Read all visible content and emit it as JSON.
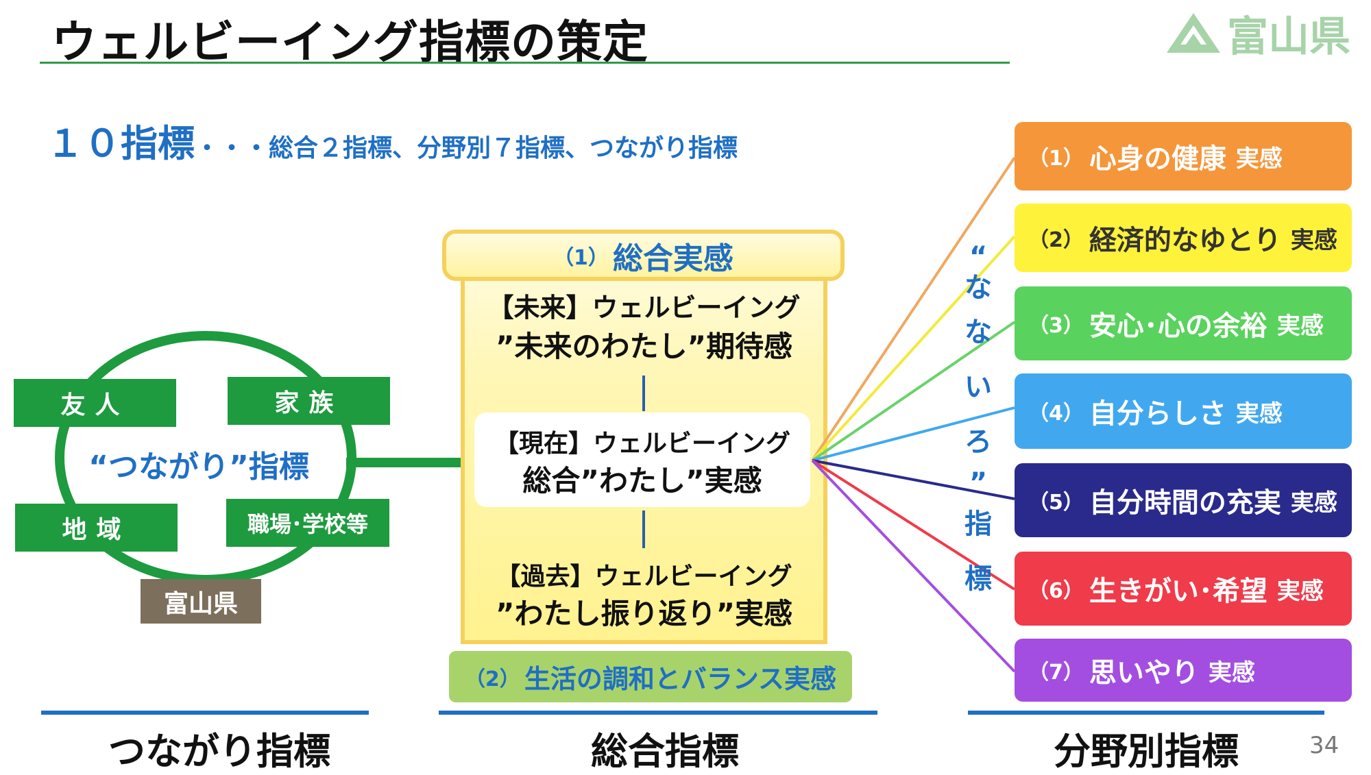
{
  "title": "ウェルビーイング指標の策定",
  "logo": {
    "text": "富山県",
    "icon": "mountain-logo-icon"
  },
  "subtitle": {
    "lead": "１０指標",
    "rest": "・・・総合２指標、分野別７指標、つながり指標"
  },
  "connections": {
    "label": "“つながり”指標",
    "friends": "友人",
    "family": "家族",
    "region": "地域",
    "workplace": "職場･学校等",
    "prefecture": "富山県"
  },
  "overall": {
    "top_num": "（1）",
    "top_label": "総合実感",
    "future_head": "【未来】ウェルビーイング",
    "future_main": "”未来のわたし”期待感",
    "present_head": "【現在】ウェルビーイング",
    "present_main": "総合”わたし”実感",
    "past_head": "【過去】ウェルビーイング",
    "past_main": "”わたし振り返り”実感",
    "balance_num": "（2）",
    "balance_label": "生活の調和とバランス実感"
  },
  "nanairo": [
    "“",
    "な",
    "な",
    "い",
    "ろ",
    "”",
    "指",
    "標"
  ],
  "fields": [
    {
      "num": "（1）",
      "label": "心身の健康",
      "suffix": "実感",
      "bg": "#f5963a",
      "fg": "#ffffff"
    },
    {
      "num": "（2）",
      "label": "経済的なゆとり",
      "suffix": "実感",
      "bg": "#fff23a",
      "fg": "#333333"
    },
    {
      "num": "（3）",
      "label": "安心･心の余裕",
      "suffix": "実感",
      "bg": "#5ad25e",
      "fg": "#ffffff"
    },
    {
      "num": "（4）",
      "label": "自分らしさ",
      "suffix": "実感",
      "bg": "#41a8f0",
      "fg": "#ffffff"
    },
    {
      "num": "（5）",
      "label": "自分時間の充実",
      "suffix": "実感",
      "bg": "#2a2a8c",
      "fg": "#ffffff"
    },
    {
      "num": "（6）",
      "label": "生きがい･希望",
      "suffix": "実感",
      "bg": "#ef3b4a",
      "fg": "#ffffff"
    },
    {
      "num": "（7）",
      "label": "思いやり",
      "suffix": "実感",
      "bg": "#a34ee0",
      "fg": "#ffffff"
    }
  ],
  "footer": {
    "left": "つながり指標",
    "center": "総合指標",
    "right": "分野別指標",
    "page": "34"
  },
  "colors": {
    "accent_blue": "#1f6fc4",
    "green": "#1e9a3f",
    "scroll_border": "#f5d15c"
  }
}
